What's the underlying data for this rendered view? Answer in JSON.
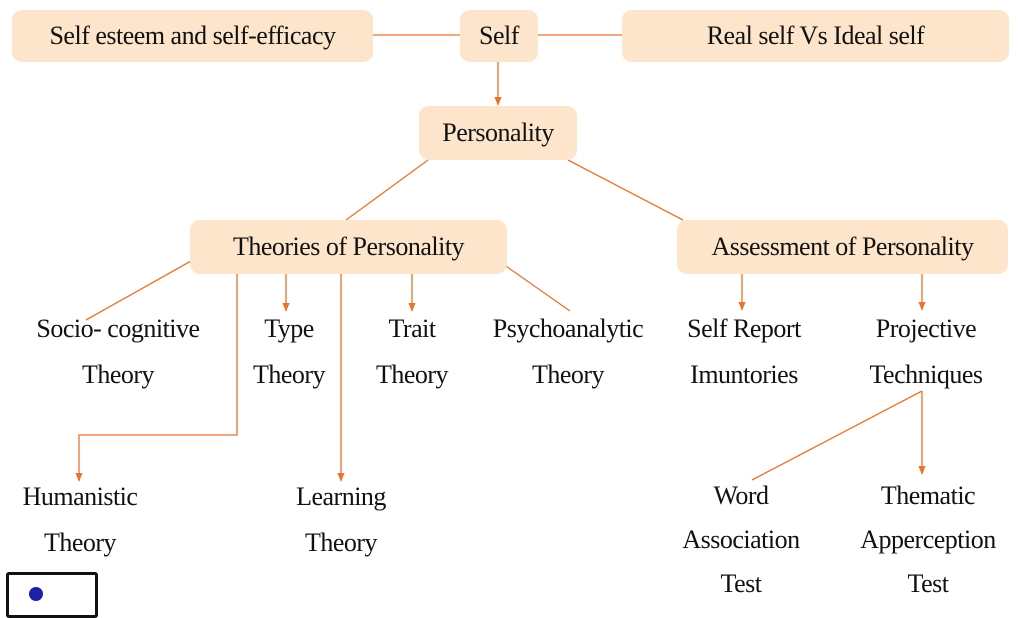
{
  "boxes": {
    "self_esteem": "Self esteem and self-efficacy",
    "self": "Self",
    "real_ideal": "Real self Vs Ideal self",
    "personality": "Personality",
    "theories": "Theories of Personality",
    "assessment": "Assessment of Personality"
  },
  "theories": {
    "socio_cognitive": [
      "Socio- cognitive",
      "Theory"
    ],
    "type": [
      "Type",
      "Theory"
    ],
    "trait": [
      "Trait",
      "Theory"
    ],
    "psychoanalytic": [
      "Psychoanalytic",
      "Theory"
    ],
    "humanistic": [
      "Humanistic",
      "Theory"
    ],
    "learning": [
      "Learning",
      "Theory"
    ]
  },
  "assessment": {
    "self_report": [
      "Self Report",
      "Imuntories"
    ],
    "projective": [
      "Projective",
      "Techniques"
    ],
    "word_association": [
      "Word",
      "Association",
      "Test"
    ],
    "thematic": [
      "Thematic",
      "Apperception",
      "Test"
    ]
  },
  "colors": {
    "box_fill": "#fde5cb",
    "connector": "#e8742a",
    "text": "#111111"
  },
  "corner_icon": "partial-bullet-icon"
}
